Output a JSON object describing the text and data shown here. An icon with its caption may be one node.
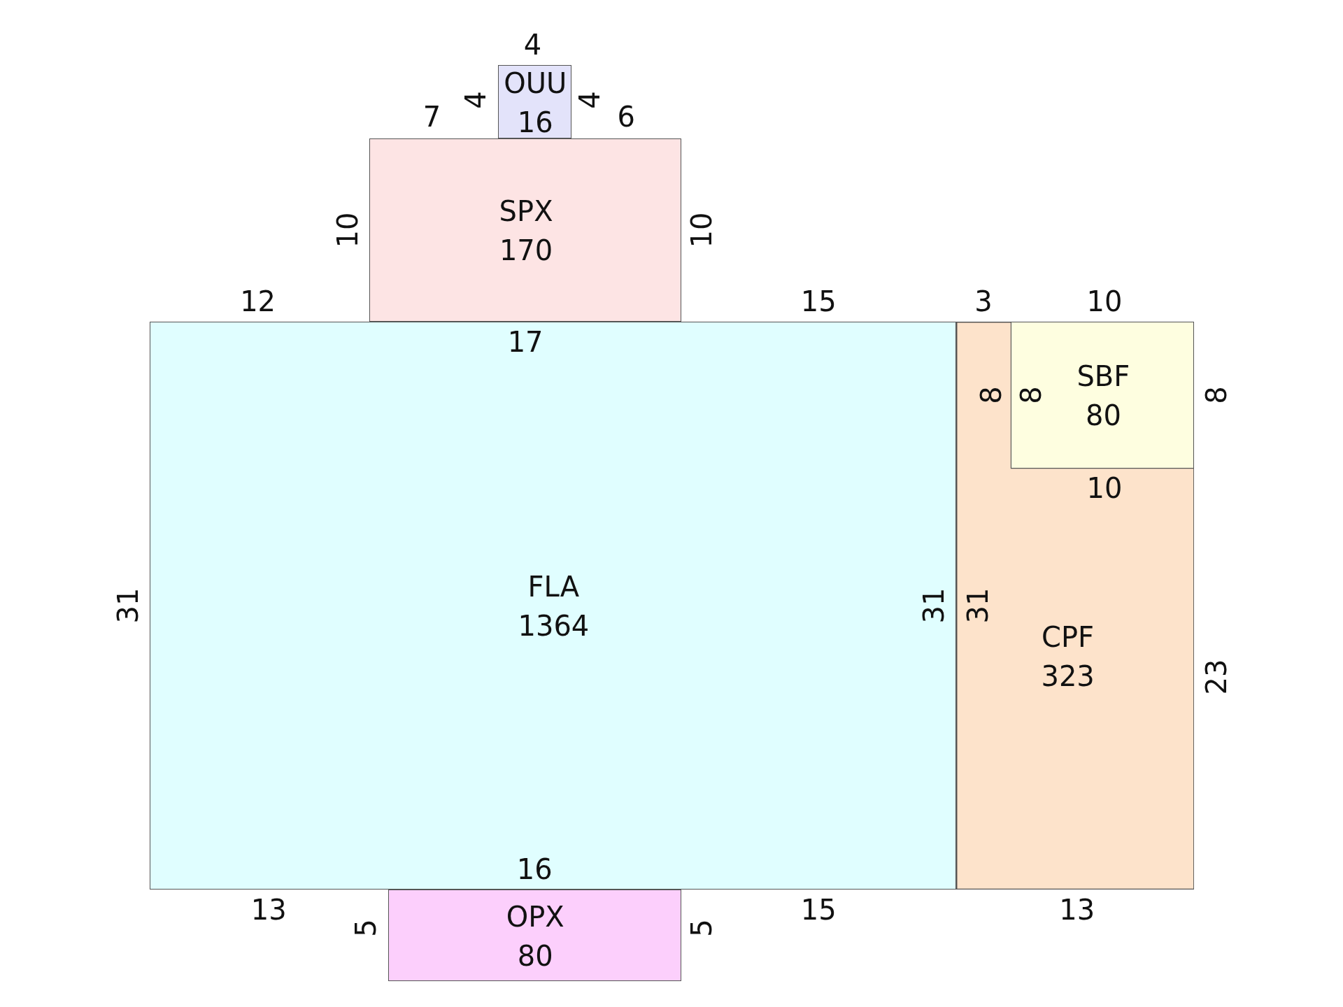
{
  "diagram": {
    "nodes": [
      {
        "text": [
          "OUU",
          "16"
        ]
      },
      {
        "text": [
          "SPX",
          "170"
        ]
      },
      {
        "text": [
          "FLA",
          "1364"
        ]
      },
      {
        "text": [
          "SBF",
          "80"
        ]
      },
      {
        "text": [
          "CPF",
          "323"
        ]
      },
      {
        "text": [
          "OPX",
          "80"
        ]
      }
    ],
    "labels": [
      "4",
      "7",
      "4",
      "4",
      "6",
      "10",
      "10",
      "12",
      "15",
      "3",
      "10",
      "17",
      "8",
      "8",
      "8",
      "10",
      "31",
      "31",
      "31",
      "23",
      "16",
      "13",
      "15",
      "13",
      "5",
      "5"
    ]
  }
}
